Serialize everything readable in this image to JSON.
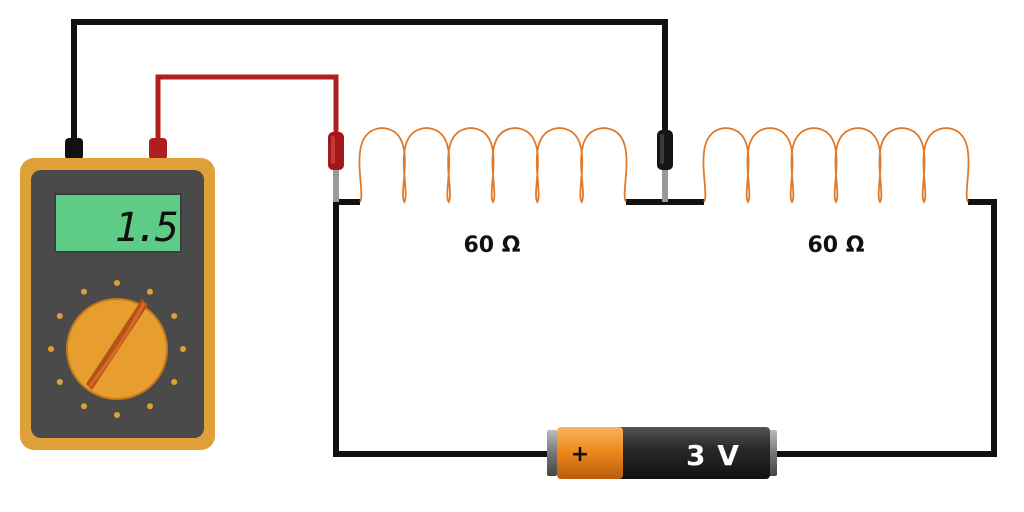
{
  "multimeter": {
    "reading": "1.5"
  },
  "circuit": {
    "resistor_left_label": "60 Ω",
    "resistor_right_label": "60 Ω",
    "battery_label": "3 V",
    "battery_plus": "+"
  },
  "colors": {
    "wire": "#111111",
    "probe_red": "#b01e1e",
    "coil": "#e07a2a",
    "meter_body": "#e0a038",
    "meter_face": "#4a4a4a",
    "lcd": "#5ecb86",
    "battery_orange": "#f08a1e",
    "battery_black": "#2a2a2a"
  }
}
